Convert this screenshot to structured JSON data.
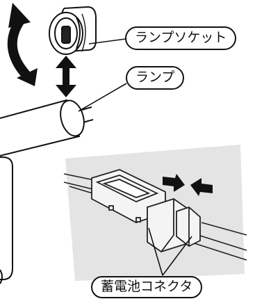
{
  "labels": {
    "lamp_socket": "ランプソケット",
    "lamp": "ランプ",
    "battery_connector": "蓄電池コネクタ"
  },
  "colors": {
    "line": "#111111",
    "photo_bg": "#e4e4e4",
    "connector_fill": "#f4f4f4"
  }
}
